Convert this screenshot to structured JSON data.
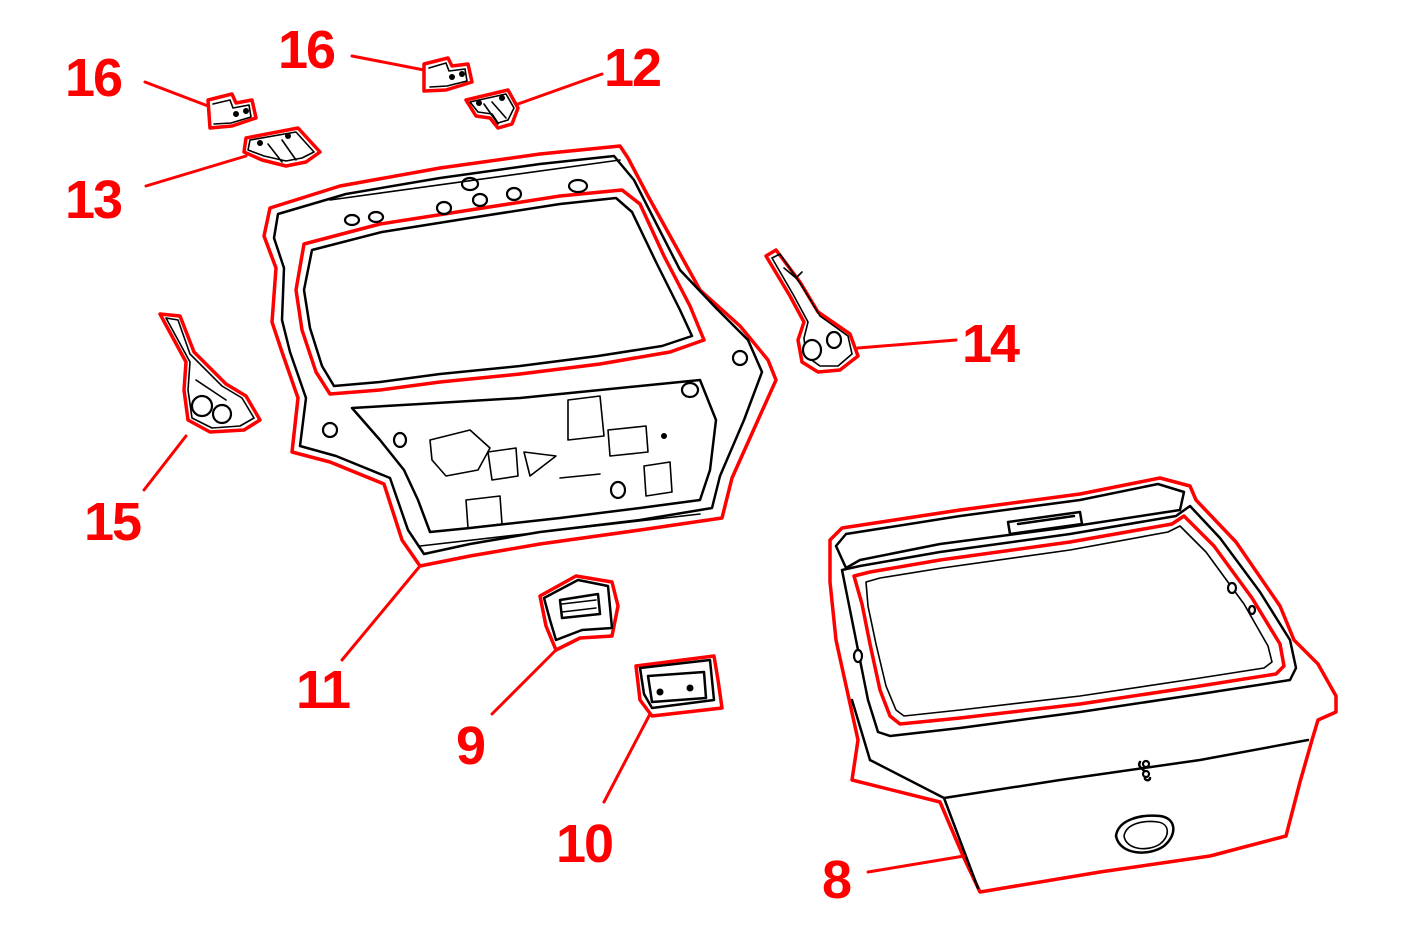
{
  "diagram": {
    "colors": {
      "callout": "#ff0000",
      "outline": "#ff0000",
      "linework": "#000000",
      "background": "#ffffff"
    },
    "callouts": {
      "c16a": "16",
      "c16b": "16",
      "c12": "12",
      "c13": "13",
      "c14": "14",
      "c15": "15",
      "c11": "11",
      "c9": "9",
      "c10": "10",
      "c8": "8"
    }
  }
}
